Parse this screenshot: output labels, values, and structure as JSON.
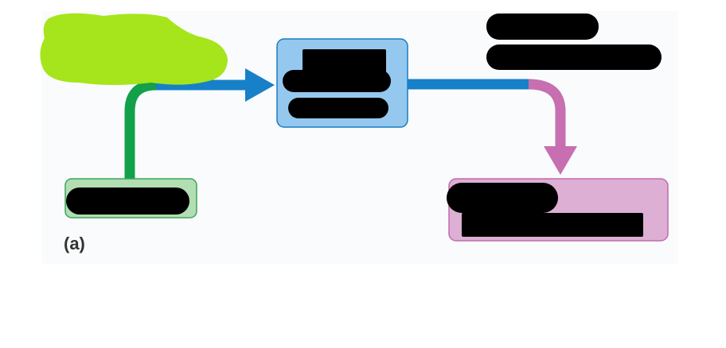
{
  "panel_label": "(a)",
  "colors": {
    "green": "#12a04a",
    "green_box_fill": "#b3ddb2",
    "blue": "#1680c8",
    "blue_box_fill": "#94c8ee",
    "magenta": "#c76fb0",
    "magenta_box_fill": "#ddafd4",
    "highlight": "#a6e51b",
    "redaction": "#000000"
  },
  "nodes": [
    {
      "id": "source-box",
      "color": "green"
    },
    {
      "id": "center-box",
      "color": "blue"
    },
    {
      "id": "target-box",
      "color": "magenta"
    }
  ],
  "edges": [
    {
      "from": "source-box",
      "to": "center-box",
      "colors": [
        "green",
        "blue"
      ]
    },
    {
      "from": "center-box",
      "to": "target-box",
      "colors": [
        "blue",
        "magenta"
      ]
    }
  ]
}
